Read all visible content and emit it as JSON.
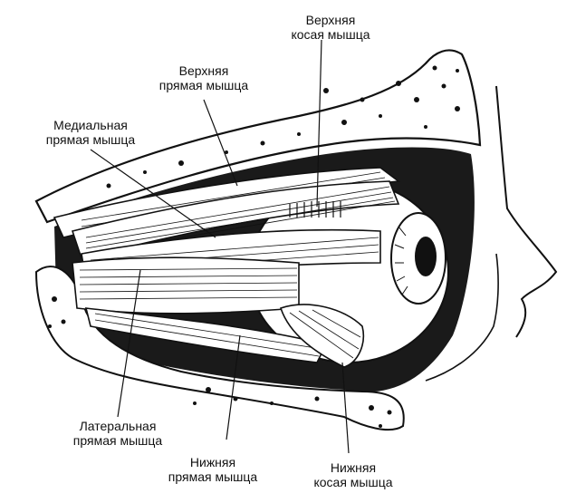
{
  "labels": {
    "superior_oblique": {
      "line1": "Верхняя",
      "line2": "косая мышца"
    },
    "superior_rectus": {
      "line1": "Верхняя",
      "line2": "прямая мышца"
    },
    "medial_rectus": {
      "line1": "Медиальная",
      "line2": "прямая мышца"
    },
    "lateral_rectus": {
      "line1": "Латеральная",
      "line2": "прямая мышца"
    },
    "inferior_rectus": {
      "line1": "Нижняя",
      "line2": "прямая мышца"
    },
    "inferior_oblique": {
      "line1": "Нижняя",
      "line2": "косая мышца"
    }
  },
  "colors": {
    "ink": "#111111",
    "paper": "#ffffff"
  }
}
